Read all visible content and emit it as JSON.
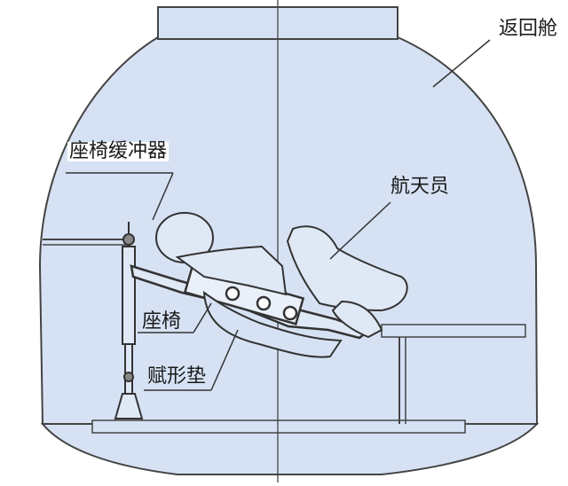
{
  "labels": {
    "capsule": "返回舱",
    "seat_buffer": "座椅缓冲器",
    "astronaut": "航天员",
    "seat": "座椅",
    "contoured_pad": "赋形垫"
  },
  "colors": {
    "capsule_fill": "#d6e2f4",
    "line": "#3a3a3a",
    "label": "#1a1a1a",
    "background": "#ffffff"
  }
}
